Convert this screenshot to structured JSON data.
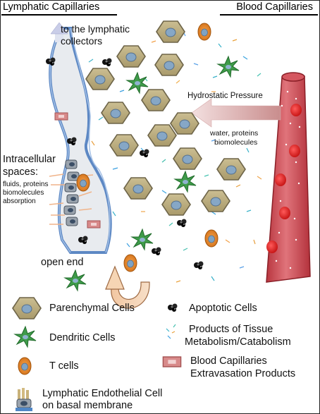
{
  "headers": {
    "left": "Lymphatic Capillaries",
    "right": "Blood Capillaries"
  },
  "labels": {
    "to_collectors_line1": "to the lymphatic",
    "to_collectors_line2": "collectors",
    "hydrostatic": "Hydrostatic Pressure",
    "water_line1": "water, proteins",
    "water_line2": "biomolecules",
    "intracellular_line1": "Intracellular",
    "intracellular_line2": "spaces:",
    "fluids_line1": "fluids, proteins",
    "fluids_line2": "biomolecules",
    "fluids_line3": "absorption",
    "open_end": "open end"
  },
  "legend": {
    "parenchymal": "Parenchymal Cells",
    "apoptotic": "Apoptotic Cells",
    "dendritic": "Dendritic Cells",
    "products_line1": "Products of Tissue",
    "products_line2": "Metabolism/Catabolism",
    "tcells": "T cells",
    "extrav_line1": "Blood Capillaries",
    "extrav_line2": "Extravasation Products",
    "lec_line1": "Lymphatic Endothelial Cell",
    "lec_line2": "on basal membrane"
  },
  "colors": {
    "parenchymal": "#b5a77b",
    "nucleus": "#7fa3c4",
    "tcell": "#e68a2e",
    "dendritic": "#2f8a3a",
    "vessel": "#c9434d",
    "rbc": "#e01818",
    "lymph_wall": "#6e95c8",
    "lymph_fill": "#e9ecf0"
  }
}
